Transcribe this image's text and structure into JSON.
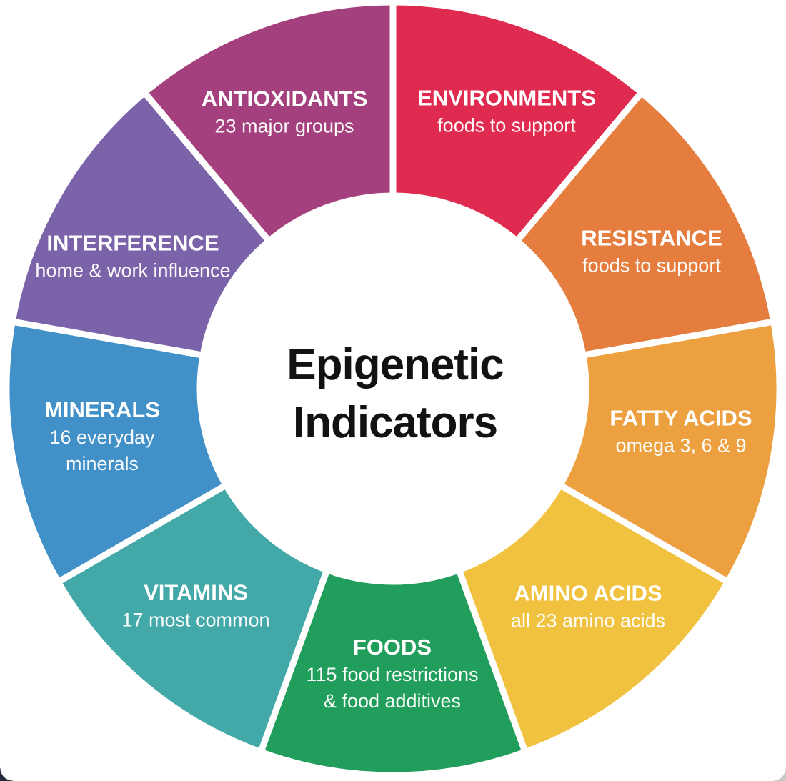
{
  "page": {
    "background": "#ffffff",
    "corner_left_color": "#222b39",
    "corner_right_color": "#c6c6c6"
  },
  "chart_data": {
    "type": "pie",
    "variant": "donut",
    "title": "Epigenetic Indicators",
    "center_title_lines": [
      "Epigenetic",
      "Indicators"
    ],
    "legend": "none",
    "start_angle_deg": 0,
    "direction": "clockwise",
    "gap_color": "#ffffff",
    "segments": [
      {
        "label": "ENVIRONMENTS",
        "sublabel_lines": [
          "foods to support"
        ],
        "value": 1,
        "sweep_deg": 40,
        "color": "#df2b50"
      },
      {
        "label": "RESISTANCE",
        "sublabel_lines": [
          "foods to support"
        ],
        "value": 1,
        "sweep_deg": 40,
        "color": "#e57d3e"
      },
      {
        "label": "FATTY ACIDS",
        "sublabel_lines": [
          "omega 3, 6 & 9"
        ],
        "value": 1,
        "sweep_deg": 40,
        "color": "#eda03f"
      },
      {
        "label": "AMINO ACIDS",
        "sublabel_lines": [
          "all 23 amino acids"
        ],
        "value": 1,
        "sweep_deg": 40,
        "color": "#f0c23f"
      },
      {
        "label": "FOODS",
        "sublabel_lines": [
          "115 food restrictions",
          "& food additives"
        ],
        "value": 1,
        "sweep_deg": 40,
        "color": "#229e5c"
      },
      {
        "label": "VITAMINS",
        "sublabel_lines": [
          "17 most common"
        ],
        "value": 1,
        "sweep_deg": 40,
        "color": "#43a8a8"
      },
      {
        "label": "MINERALS",
        "sublabel_lines": [
          "16 everyday",
          "minerals"
        ],
        "value": 1,
        "sweep_deg": 40,
        "color": "#4190c7"
      },
      {
        "label": "INTERFERENCE",
        "sublabel_lines": [
          "home & work influence"
        ],
        "value": 1,
        "sweep_deg": 40,
        "color": "#7b63a9"
      },
      {
        "label": "ANTIOXIDANTS",
        "sublabel_lines": [
          "23 major groups"
        ],
        "value": 1,
        "sweep_deg": 40,
        "color": "#a4407d"
      }
    ]
  }
}
